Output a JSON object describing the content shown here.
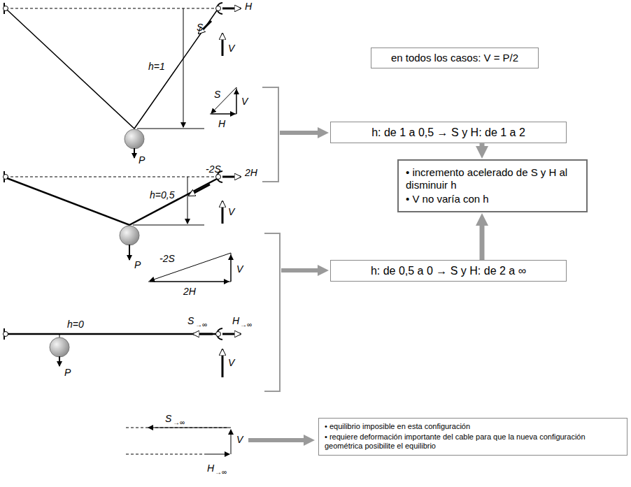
{
  "diagram": {
    "nodes": [
      {
        "text": [
          "en todos los casos: V = P/2"
        ]
      },
      {
        "text": [
          "h: de 1 a 0,5 → S y H: de 1 a 2"
        ]
      },
      {
        "text": [
          "• incremento acelerado de S y H al disminuir h",
          "• V no varía con h"
        ]
      },
      {
        "text": [
          "h: de 0,5 a 0 → S y H: de 2 a ∞"
        ]
      },
      {
        "text": [
          "• equilibrio imposible en esta configuración",
          "• requiere deformación importante del cable para que la nueva configuración geométrica posibilite el equilibrio"
        ]
      }
    ],
    "edges": [
      {
        "from": 1,
        "to": 2,
        "arrow": "to"
      },
      {
        "from": 3,
        "to": 2,
        "arrow": "to"
      }
    ],
    "labels": [
      "h=1",
      "S",
      "V",
      "H",
      "P",
      "S",
      "V",
      "H",
      "h=0,5",
      "2H",
      "-2S",
      "V",
      "P",
      "-2S",
      "V",
      "2H",
      "h=0",
      "S",
      "→∞",
      "H",
      "→∞",
      "V",
      "P",
      "S",
      "→∞",
      "V",
      "H",
      "→∞"
    ]
  }
}
